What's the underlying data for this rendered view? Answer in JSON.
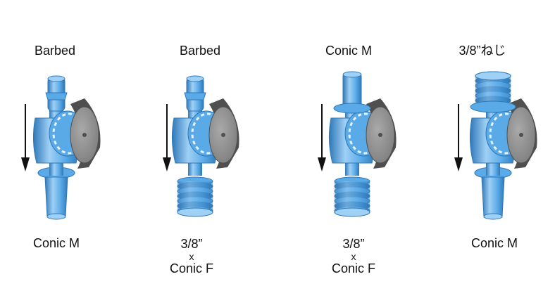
{
  "colors": {
    "body": "#5aaae8",
    "body_dark": "#2f78b8",
    "body_light": "#9fd0f5",
    "handle": "#7d7d7d",
    "handle_dark": "#4f4f4f",
    "arrow": "#111111"
  },
  "valves": [
    {
      "top_label": "Barbed",
      "bottom_lines": [
        "Conic M"
      ],
      "top_fitting": "barbed",
      "bottom_fitting": "conic-male"
    },
    {
      "top_label": "Barbed",
      "bottom_lines": [
        "3/8”",
        "x",
        "Conic F"
      ],
      "top_fitting": "barbed",
      "bottom_fitting": "threaded"
    },
    {
      "top_label": "Conic M",
      "bottom_lines": [
        "3/8”",
        "x",
        "Conic F"
      ],
      "top_fitting": "conic-male",
      "bottom_fitting": "threaded"
    },
    {
      "top_label": "3/8”ねじ",
      "bottom_lines": [
        "Conic M"
      ],
      "top_fitting": "threaded",
      "bottom_fitting": "conic-male"
    }
  ]
}
